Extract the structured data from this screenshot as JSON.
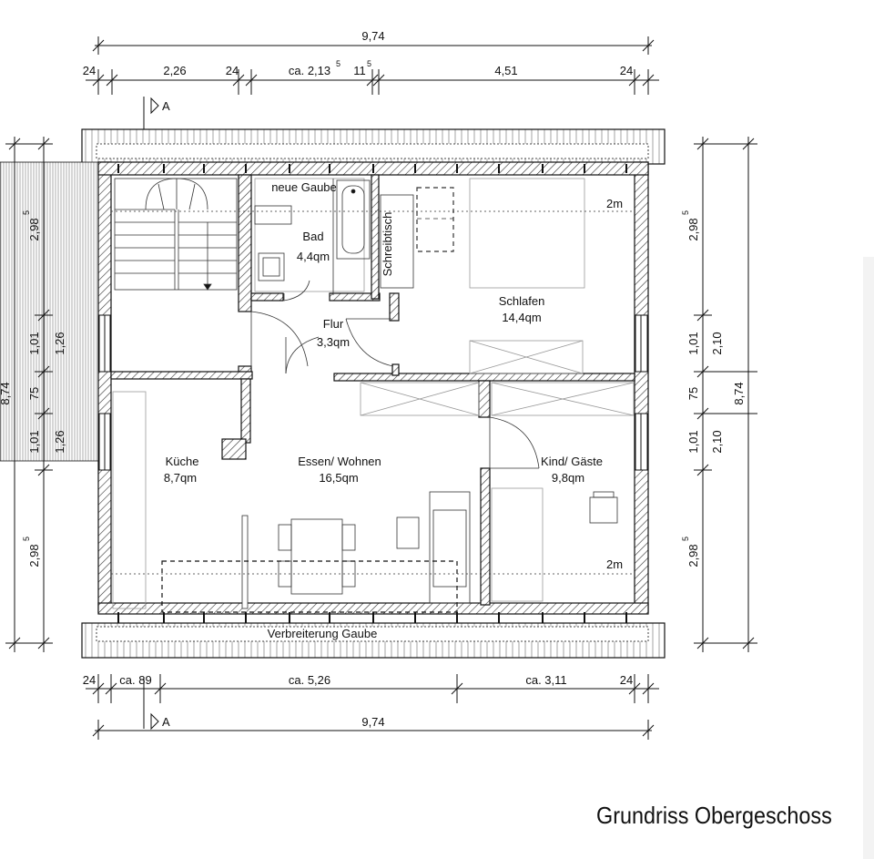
{
  "title": "Grundriss Obergeschoss",
  "section_marker": "A",
  "dims_top": {
    "overall": "9,74",
    "seg_a": "24",
    "seg_b": "2,26",
    "seg_c": "24",
    "seg_d": "ca. 2,13",
    "seg_d_sup": "5",
    "seg_e": "11",
    "seg_e_sup": "5",
    "seg_f": "4,51",
    "seg_g": "24"
  },
  "dims_bottom": {
    "overall": "9,74",
    "seg_a": "24",
    "seg_b": "ca. 89",
    "seg_c": "ca. 5,26",
    "seg_d": "ca. 3,11",
    "seg_e": "24"
  },
  "dims_left": {
    "overall": "8,74",
    "a": "2,98",
    "a_sup": "5",
    "b": "1,01",
    "b2": "1,26",
    "c": "75",
    "d": "1,01",
    "d2": "1,26",
    "e": "2,98",
    "e_sup": "5"
  },
  "dims_right": {
    "overall": "8,74",
    "a": "2,98",
    "a_sup": "5",
    "b": "1,01",
    "b2": "2,10",
    "c": "75",
    "d": "1,01",
    "d2": "2,10",
    "e": "2,98",
    "e_sup": "5"
  },
  "labels": {
    "neue_gaube": "neue Gaube",
    "bad": "Bad",
    "bad_area": "4,4qm",
    "schreibtisch": "Schreibtisch",
    "flur": "Flur",
    "flur_area": "3,3qm",
    "schlafen": "Schlafen",
    "schlafen_area": "14,4qm",
    "kueche": "Küche",
    "kueche_area": "8,7qm",
    "essen": "Essen/ Wohnen",
    "essen_area": "16,5qm",
    "kind": "Kind/ Gäste",
    "kind_area": "9,8qm",
    "height_top": "2m",
    "height_bottom": "2m",
    "verbreiterung": "Verbreiterung Gaube"
  }
}
